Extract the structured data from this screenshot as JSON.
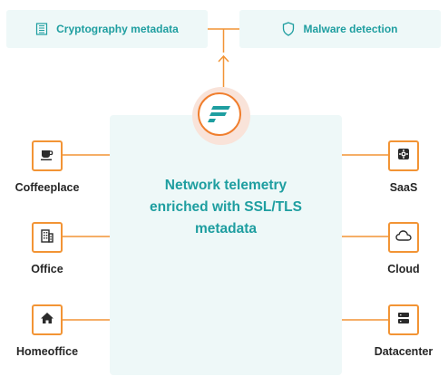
{
  "top_boxes": {
    "left": {
      "label": "Cryptography metadata",
      "icon": "document-grid-icon"
    },
    "right": {
      "label": "Malware detection",
      "icon": "shield-icon"
    }
  },
  "center": {
    "lines": [
      "Network telemetry",
      "enriched with SSL/TLS",
      "metadata"
    ],
    "logo_icon": "flowmon-logo-icon"
  },
  "left_nodes": [
    {
      "label": "Coffeeplace",
      "icon": "coffee-cup-icon"
    },
    {
      "label": "Office",
      "icon": "office-building-icon"
    },
    {
      "label": "Homeoffice",
      "icon": "house-icon"
    }
  ],
  "right_nodes": [
    {
      "label": "SaaS",
      "icon": "chip-icon"
    },
    {
      "label": "Cloud",
      "icon": "cloud-icon"
    },
    {
      "label": "Datacenter",
      "icon": "server-icon"
    }
  ],
  "colors": {
    "accent_orange": "#f29435",
    "teal_text": "#1e9ea0",
    "panel_bg": "#eef8f8",
    "label_text": "#262626"
  }
}
